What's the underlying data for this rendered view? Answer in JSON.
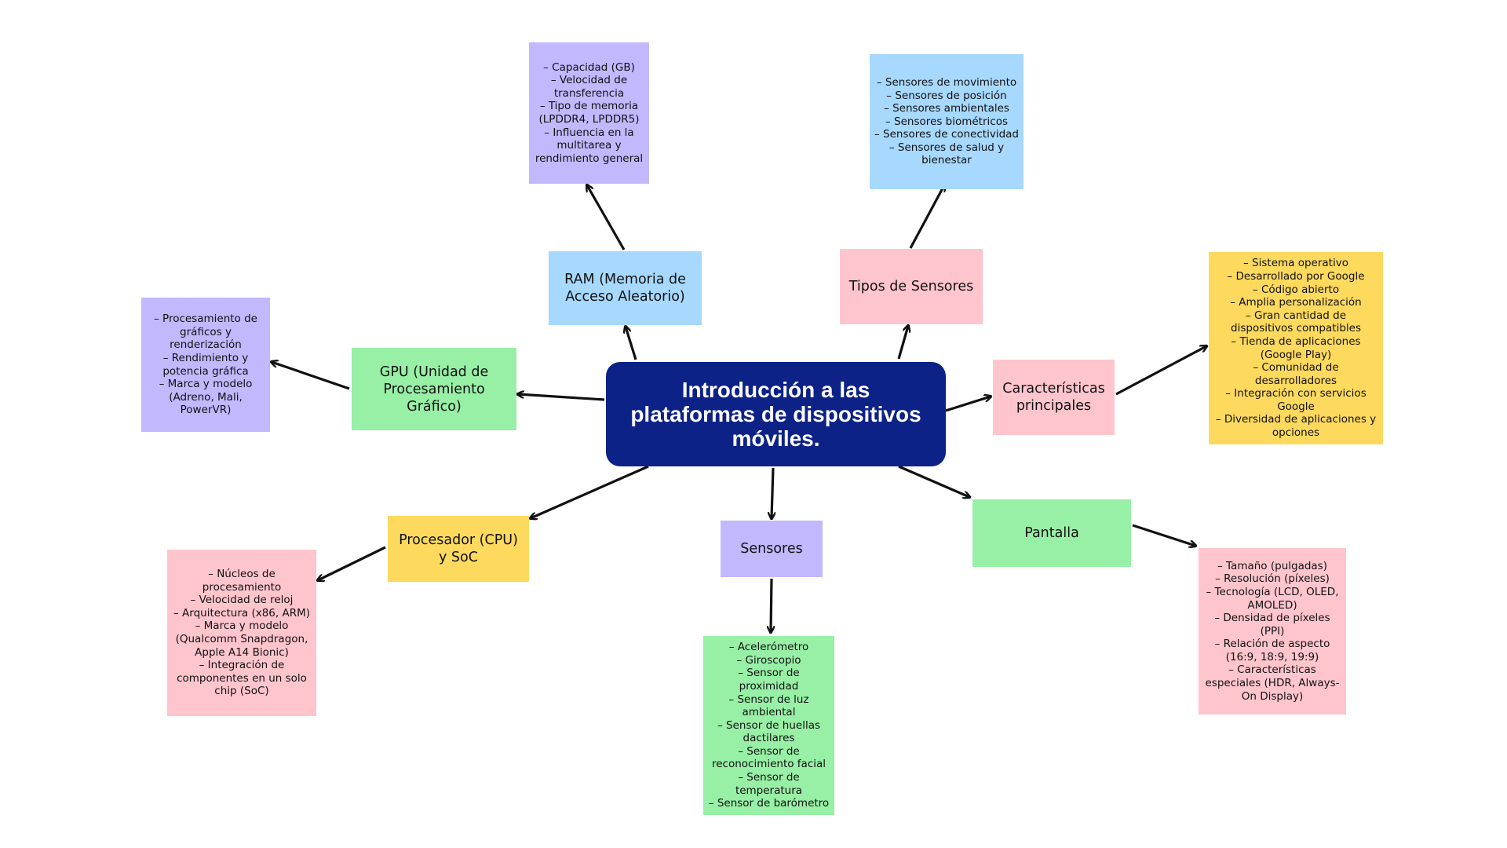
{
  "colors": {
    "main": "#0d2287",
    "blue": "#a7d8fd",
    "pink": "#fec5cd",
    "green": "#98efa6",
    "yellow": "#fdd95e",
    "purple": "#c1b8fd",
    "arrow": "#111111"
  },
  "main": {
    "title": "Introducción a las plataformas de dispositivos móviles."
  },
  "topics": {
    "ram": "RAM (Memoria de Acceso Aleatorio)",
    "tipos_sensores": "Tipos de Sensores",
    "gpu": "GPU (Unidad de Procesamiento Gráfico)",
    "caracteristicas": "Características principales",
    "cpu": "Procesador (CPU) y SoC",
    "sensores": "Sensores",
    "pantalla": "Pantalla"
  },
  "details": {
    "ram": "– Capacidad (GB)\n– Velocidad de transferencia\n– Tipo de memoria (LPDDR4, LPDDR5)\n– Influencia en la multitarea y rendimiento general",
    "tipos_sensores": "– Sensores de movimiento\n– Sensores de posición\n– Sensores ambientales\n– Sensores biométricos\n– Sensores de conectividad\n– Sensores de salud y bienestar",
    "gpu": "– Procesamiento de gráficos y renderización\n– Rendimiento y potencia gráfica\n– Marca y modelo (Adreno, Mali, PowerVR)",
    "caracteristicas": "– Sistema operativo\n– Desarrollado por Google\n– Código abierto\n– Amplia personalización\n– Gran cantidad de dispositivos compatibles\n– Tienda de aplicaciones (Google Play)\n– Comunidad de desarrolladores\n– Integración con servicios Google\n– Diversidad de aplicaciones y opciones",
    "cpu": "– Núcleos de procesamiento\n– Velocidad de reloj\n– Arquitectura (x86, ARM)\n– Marca y modelo (Qualcomm Snapdragon, Apple A14 Bionic)\n– Integración de componentes en un solo chip (SoC)",
    "sensores": "– Acelerómetro\n– Giroscopio\n– Sensor de proximidad\n– Sensor de luz ambiental\n– Sensor de huellas dactilares\n– Sensor de reconocimiento facial\n– Sensor de temperatura\n– Sensor de barómetro",
    "pantalla": "– Tamaño (pulgadas)\n– Resolución (píxeles)\n– Tecnología (LCD, OLED, AMOLED)\n– Densidad de píxeles (PPI)\n– Relación de aspecto (16:9, 18:9, 19:9)\n– Características especiales (HDR, Always-On Display)"
  }
}
